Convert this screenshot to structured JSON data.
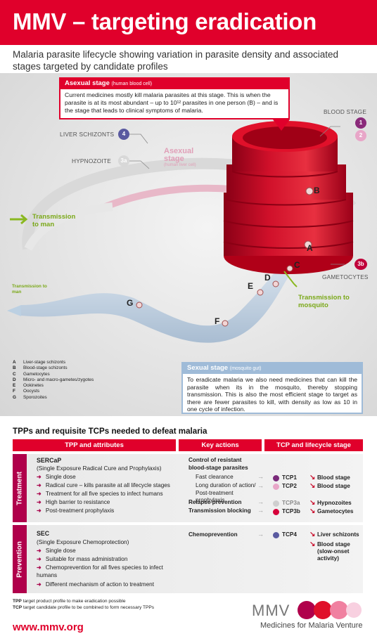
{
  "header": {
    "title": "MMV – targeting eradication",
    "subtitle": "Malaria parasite lifecycle showing variation in parasite density and associated stages targeted by candidate profiles"
  },
  "asexual_callout": {
    "title": "Asexual stage",
    "title_note": "(human blood cell)",
    "body": "Current medicines mostly kill malaria parasites at this stage. This is when the parasite is at its most abundant – up to 10¹² parasites in one person (B) – and is the stage that leads to clinical symptoms of malaria."
  },
  "sexual_callout": {
    "title": "Sexual stage",
    "title_note": "(mosquito gut)",
    "body": "To eradicate malaria we also need medicines that can kill the parasite when its in the mosquito, thereby stopping transmission. This is also the most efficient stage to target as there are fewer parasites to kill, with density as low as 10 in one cycle of infection."
  },
  "diagram": {
    "liver_schizonts": "LIVER SCHIZONTS",
    "liver_num": "4",
    "hypnozoite": "HYPNOZOITE",
    "hypno_num": "3a",
    "blood_stage": "BLOOD STAGE",
    "blood_num1": "1",
    "blood_num2": "2",
    "gametocytes": "GAMETOCYTES",
    "gameto_num": "3b",
    "asexual_liver_title": "Asexual stage",
    "asexual_liver_note": "(human liver cell)",
    "transmission_man": "Transmission to man",
    "transmission_man_small": "Transmission to man",
    "transmission_mosquito": "Transmission to mosquito",
    "letters": [
      "A",
      "B",
      "C",
      "D",
      "E",
      "F",
      "G"
    ]
  },
  "legend": [
    {
      "k": "A",
      "v": "Liver-stage schizonts"
    },
    {
      "k": "B",
      "v": "Blood-stage schizonts"
    },
    {
      "k": "C",
      "v": "Gametocytes"
    },
    {
      "k": "D",
      "v": "Micro- and macro-gametes/zygotes"
    },
    {
      "k": "E",
      "v": "Ookinetes"
    },
    {
      "k": "F",
      "v": "Oocysts"
    },
    {
      "k": "G",
      "v": "Sporozoites"
    }
  ],
  "table": {
    "section_title": "TPPs and requisite TCPs needed to defeat malaria",
    "headers": [
      "TPP and attributes",
      "Key actions",
      "TCP and lifecycle stage"
    ],
    "treatment": {
      "side_label": "Treatment",
      "name": "SERCaP",
      "sub": "(Single Exposure Radical Cure and Prophylaxis)",
      "bullets": [
        "Single dose",
        "Radical cure – kills parasite at all lifecycle stages",
        "Treatment for all five species to infect humans",
        "High barrier to resistance",
        "Post-treatment prophylaxis"
      ],
      "action_title": "Control of resistant blood-stage parasites",
      "actions": [
        "Fast clearance",
        "Long duration of action/ Post-treatment prophylaxis",
        "Relapse prevention",
        "Transmission blocking"
      ],
      "tcps": [
        {
          "id": "TCP1",
          "stage": "Blood stage",
          "color": "#7a2a7a"
        },
        {
          "id": "TCP2",
          "stage": "Blood stage",
          "color": "#e8a6c8"
        },
        {
          "id": "TCP3a",
          "stage": "Hypnozoites",
          "color": "#cfcfcf"
        },
        {
          "id": "TCP3b",
          "stage": "Gametocytes",
          "color": "#d6003a"
        }
      ]
    },
    "prevention": {
      "side_label": "Prevention",
      "name": "SEC",
      "sub": "(Single Exposure Chemoprotection)",
      "bullets": [
        "Single dose",
        "Suitable for mass administration",
        "Chemoprevention for all fives species to infect humans",
        "Different mechanism of action to treatment"
      ],
      "action": "Chemoprevention",
      "tcp": {
        "id": "TCP4",
        "stage": "Liver schizonts",
        "color": "#5a5aa0"
      },
      "stage2": "Blood stage (slow-onset activity)"
    }
  },
  "footnotes": {
    "tpp_key": "TPP",
    "tpp": "target product profile to make eradication possible",
    "tcp_key": "TCP",
    "tcp": "target candidate profile to be combined to form necessary TPPs"
  },
  "footer": {
    "url": "www.mmv.org",
    "logo": "MMV",
    "org": "Medicines for Malaria Venture"
  },
  "colors": {
    "brand_red": "#e0002b",
    "side_purple": "#b0004b",
    "sexual_blue": "#9fbbd8"
  }
}
